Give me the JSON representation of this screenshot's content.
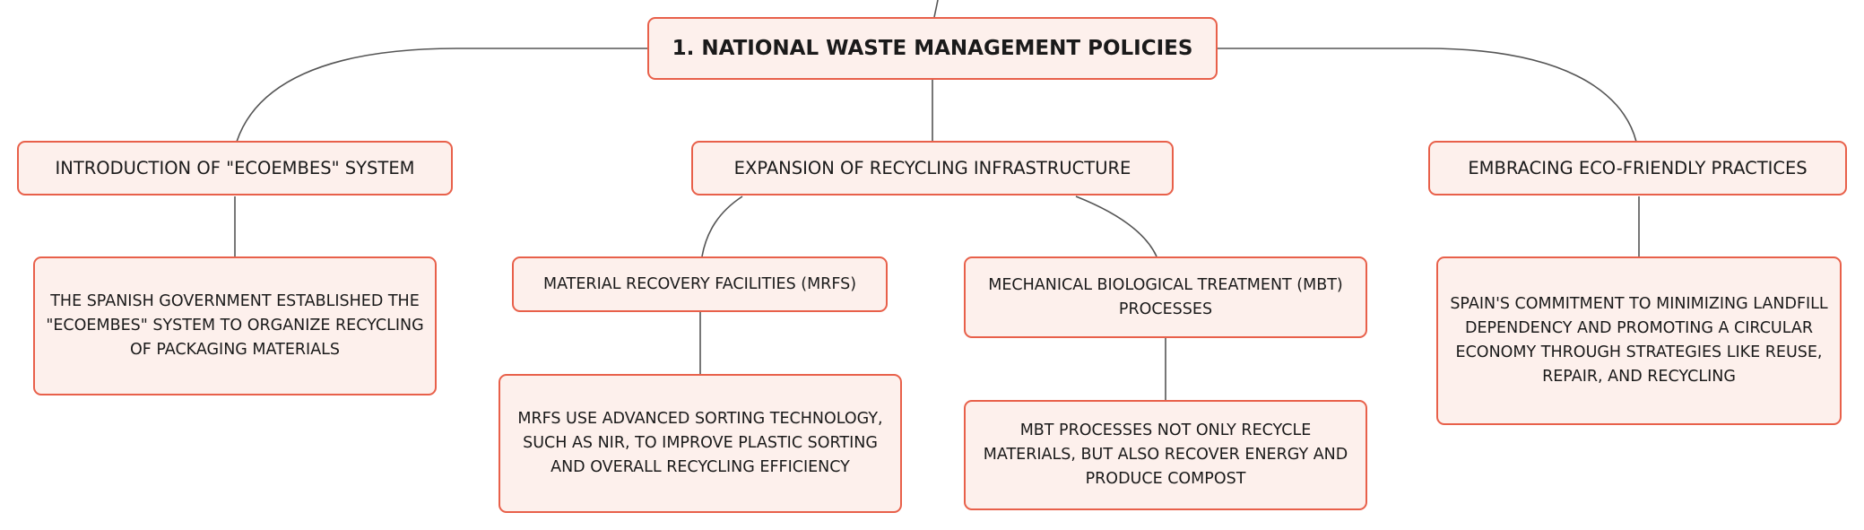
{
  "colors": {
    "border": "#e8604a",
    "fill": "#fdf0ec",
    "connector": "#555555",
    "text": "#1a1a1a"
  },
  "root": {
    "label": "1. NATIONAL WASTE MANAGEMENT POLICIES"
  },
  "branches": [
    {
      "label": "INTRODUCTION OF \"ECOEMBES\" SYSTEM",
      "detail": "THE SPANISH GOVERNMENT ESTABLISHED THE \"ECOEMBES\" SYSTEM TO ORGANIZE RECYCLING OF PACKAGING MATERIALS"
    },
    {
      "label": "EXPANSION OF RECYCLING INFRASTRUCTURE",
      "children": [
        {
          "label": "MATERIAL RECOVERY FACILITIES (MRFS)",
          "detail": "MRFS USE ADVANCED SORTING TECHNOLOGY, SUCH AS NIR, TO IMPROVE PLASTIC SORTING AND OVERALL RECYCLING EFFICIENCY"
        },
        {
          "label": "MECHANICAL BIOLOGICAL TREATMENT (MBT) PROCESSES",
          "detail": "MBT PROCESSES NOT ONLY RECYCLE MATERIALS, BUT ALSO RECOVER ENERGY AND PRODUCE COMPOST"
        }
      ]
    },
    {
      "label": "EMBRACING ECO-FRIENDLY PRACTICES",
      "detail": "SPAIN'S COMMITMENT TO MINIMIZING LANDFILL DEPENDENCY AND PROMOTING A CIRCULAR ECONOMY THROUGH STRATEGIES LIKE REUSE, REPAIR, AND RECYCLING"
    }
  ]
}
